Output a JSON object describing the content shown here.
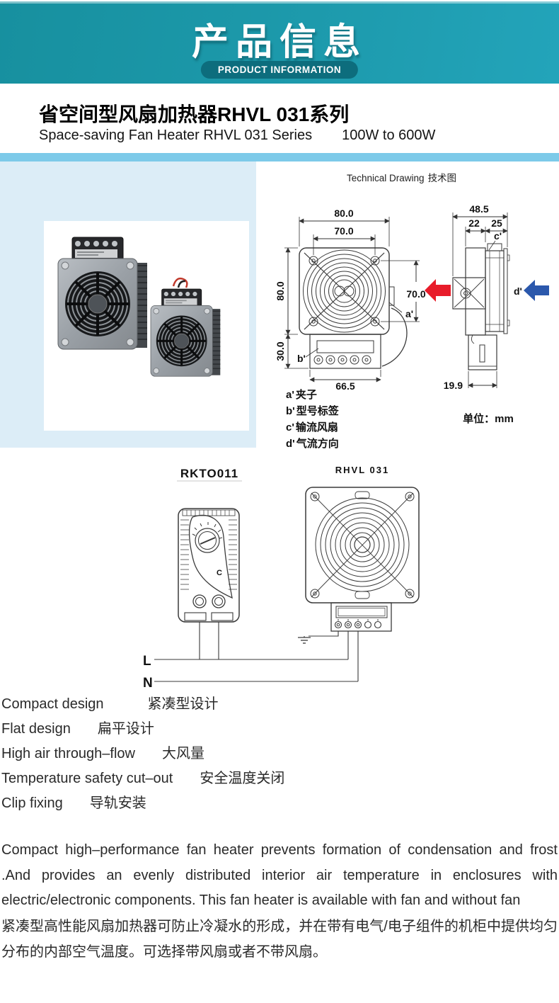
{
  "banner": {
    "title": "产品信息",
    "badge": "PRODUCT INFORMATION"
  },
  "header": {
    "title_zh": "省空间型风扇加热器RHVL 031系列",
    "title_en": "Space-saving Fan Heater RHVL 031 Series",
    "power_range": "100W to 600W"
  },
  "technical_drawing": {
    "title_en": "Technical Drawing",
    "title_zh": "技术图",
    "front_view": {
      "dim_top_outer": "80.0",
      "dim_top_inner": "70.0",
      "dim_left_height": "80.0",
      "dim_left_box": "30.0",
      "dim_bottom": "66.5",
      "dim_right": "70.0",
      "label_a": "a'",
      "label_b": "b'"
    },
    "side_view": {
      "dim_top": "48.5",
      "dim_sub1": "22",
      "dim_sub2": "25",
      "label_c": "c'",
      "label_d": "d'",
      "dim_bottom": "19.9"
    },
    "legend": [
      {
        "key": "a'",
        "label": "夹子"
      },
      {
        "key": "b'",
        "label": "型号标签"
      },
      {
        "key": "c'",
        "label": "输流风扇"
      },
      {
        "key": "d'",
        "label": "气流方向"
      }
    ],
    "unit_label": "单位：mm"
  },
  "wiring_diagram": {
    "thermostat_label": "RKTO011",
    "heater_label": "RHVL 031",
    "dial_label": "C",
    "line_label": "L",
    "neutral_label": "N"
  },
  "features": [
    {
      "en": "Compact design",
      "zh": "紧凑型设计"
    },
    {
      "en": "Flat design",
      "zh": "扁平设计"
    },
    {
      "en": "High air through–flow",
      "zh": "大风量"
    },
    {
      "en": "Temperature safety cut–out",
      "zh": "安全温度关闭"
    },
    {
      "en": "Clip fixing",
      "zh": "导轨安装"
    }
  ],
  "description": {
    "en": "Compact high–performance fan heater prevents formation of condensation and frost .And provides an evenly distributed interior air temperature in enclosures with electric/electronic components. This fan heater is available with fan and without fan",
    "zh": "紧凑型高性能风扇加热器可防止冷凝水的形成，并在带有电气/电子组件的机柜中提供均匀分布的内部空气温度。可选择带风扇或者不带风扇。"
  },
  "colors": {
    "banner_gradient_start": "#17909f",
    "banner_gradient_end": "#23a4ba",
    "badge_bg": "#0d6d7d",
    "sky_strip": "#7dcae9",
    "photo_panel_bg": "#dcedf7",
    "arrow_red": "#e81c2a",
    "arrow_blue": "#2b58ac"
  }
}
